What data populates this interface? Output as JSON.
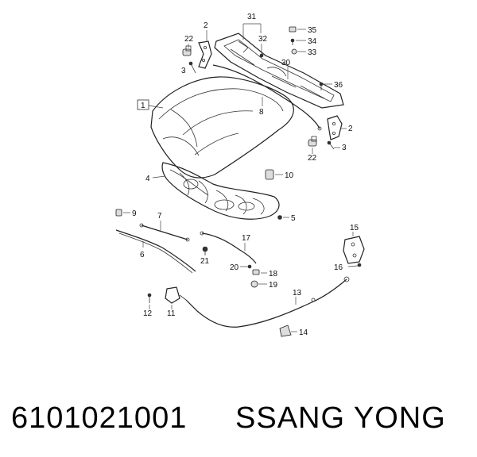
{
  "callouts": {
    "c1": "1",
    "c2a": "2",
    "c2b": "2",
    "c3a": "3",
    "c3b": "3",
    "c4": "4",
    "c5": "5",
    "c6": "6",
    "c7": "7",
    "c8": "8",
    "c9": "9",
    "c10": "10",
    "c11": "11",
    "c12": "12",
    "c13": "13",
    "c14": "14",
    "c15": "15",
    "c16": "16",
    "c17": "17",
    "c18": "18",
    "c19": "19",
    "c20": "20",
    "c21": "21",
    "c22a": "22",
    "c22b": "22",
    "c30": "30",
    "c31": "31",
    "c32": "32",
    "c33": "33",
    "c34": "34",
    "c35": "35",
    "c36": "36"
  },
  "footer": {
    "part_number": "6101021001",
    "brand": "SSANG YONG"
  }
}
